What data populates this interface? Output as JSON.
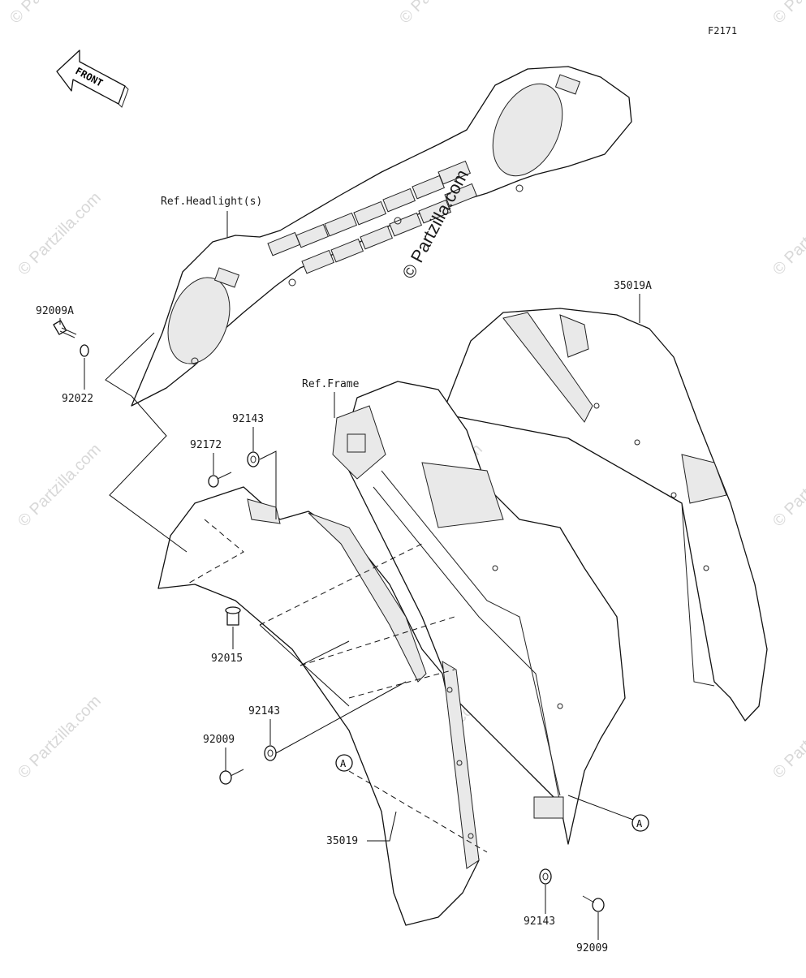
{
  "figure_code": "F2171",
  "front_arrow_label": "FRONT",
  "watermark_text": "© Partzilla.com",
  "references": {
    "headlights": "Ref.Headlight(s)",
    "frame": "Ref.Frame"
  },
  "callout_marker": "A",
  "part_labels": {
    "p92009A": "92009A",
    "p92022": "92022",
    "p92172": "92172",
    "p92143_top": "92143",
    "p92015": "92015",
    "p92143_mid": "92143",
    "p92009_mid": "92009",
    "p35019": "35019",
    "p92143_bottom": "92143",
    "p92009_bottom": "92009",
    "p35019A": "35019A"
  },
  "colors": {
    "line": "#111111",
    "watermark": "#d8d8d8",
    "background": "#ffffff"
  }
}
